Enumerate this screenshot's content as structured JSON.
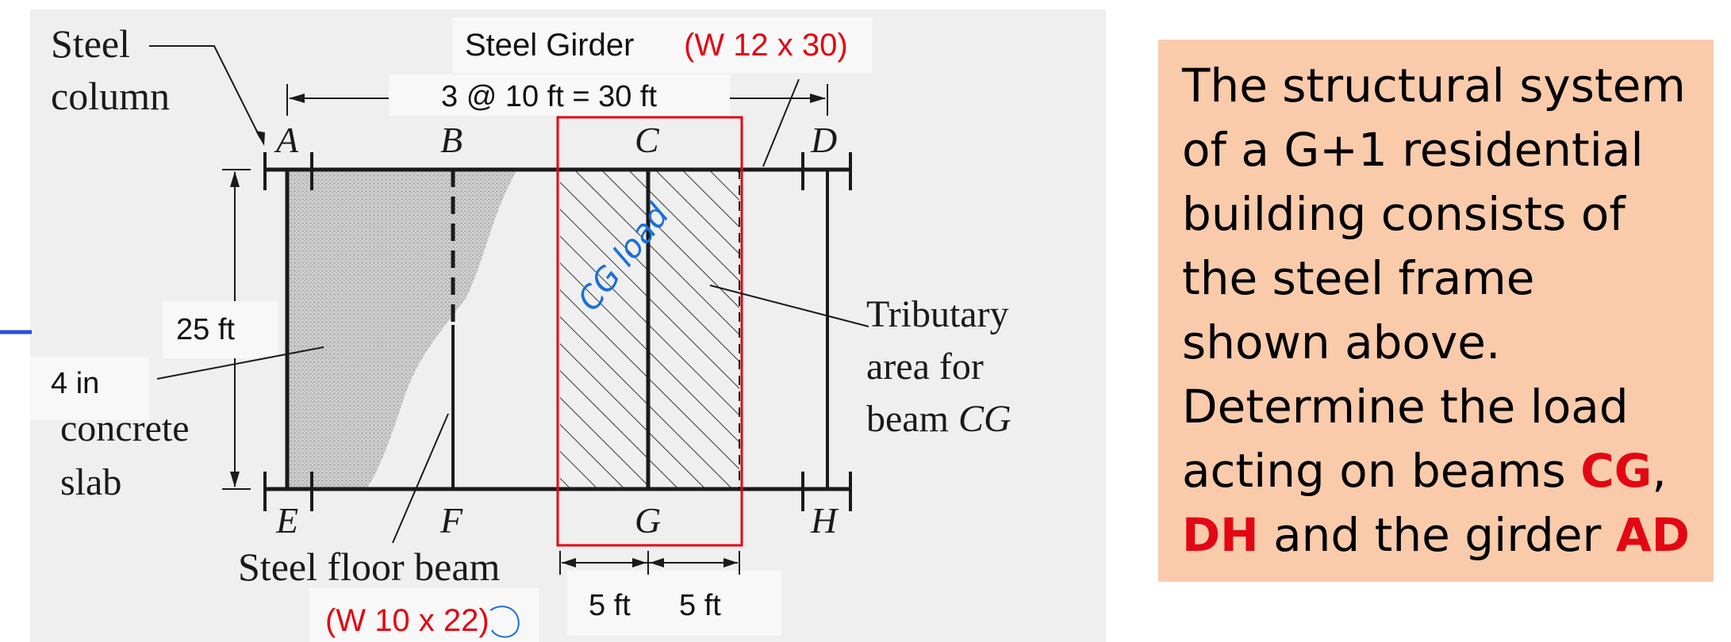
{
  "diagram": {
    "labels": {
      "steel": "Steel",
      "column": "column",
      "steel_girder": "Steel Girder",
      "girder_section": "(W 12 x 30)",
      "span_label": "3 @ 10 ft = 30 ft",
      "node_a": "A",
      "node_b": "B",
      "node_c": "C",
      "node_d": "D",
      "node_e": "E",
      "node_f": "F",
      "node_g": "G",
      "node_h": "H",
      "height_label": "25 ft",
      "slab_thickness": "4 in",
      "concrete": "concrete",
      "slab": "slab",
      "tributary_1": "Tributary",
      "tributary_2": "area for",
      "tributary_3": "beam",
      "tributary_beam": "CG",
      "floor_beam": "Steel floor beam",
      "beam_section": "(W 10 x 22)",
      "half_width_left": "5 ft",
      "half_width_right": "5 ft",
      "handwritten_note": "CG load"
    }
  },
  "callout": {
    "intro": "The structural system of a G+1 residential building consists of the steel frame shown above. Determine the load acting on beams",
    "beam_1": "CG",
    "comma": ",",
    "beam_2": "DH",
    "and_the_girder": "and the girder",
    "girder": "AD"
  },
  "colors": {
    "highlight_red": "#e30613",
    "callout_bg": "#f9cbab",
    "annotation_blue": "#1a6fd8",
    "line_black": "#1a1a1a"
  }
}
